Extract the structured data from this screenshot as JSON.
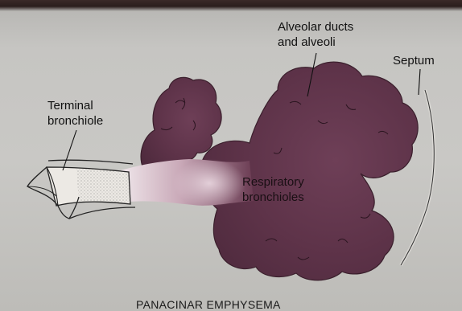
{
  "labels": {
    "alveolar": [
      "Alveolar ducts",
      "and alveoli"
    ],
    "septum": "Septum",
    "terminal": [
      "Terminal",
      "bronchiole"
    ],
    "respiratory": [
      "Respiratory",
      "bronchioles"
    ]
  },
  "caption": "PANACINAR EMPHYSEMA",
  "colors": {
    "tissue": "#6b3f55",
    "tissue_light": "#e9dde3",
    "paper": "#c6c5c2"
  }
}
